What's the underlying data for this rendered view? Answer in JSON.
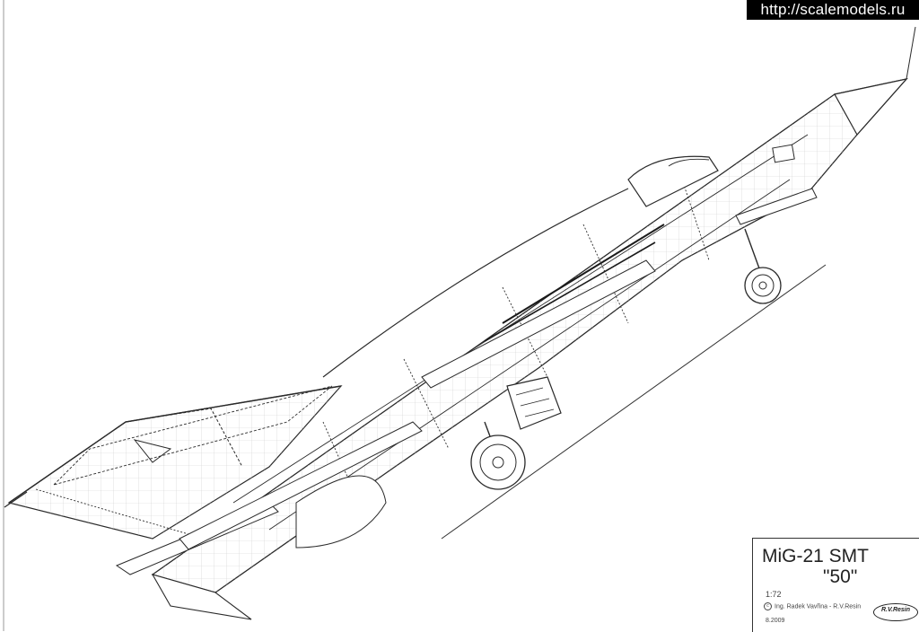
{
  "watermark": {
    "url": "http://scalemodels.ru"
  },
  "title_block": {
    "model": "MiG-21 SMT",
    "number": "\"50\"",
    "scale": "1:72",
    "copyright_icon": "copyright-icon",
    "author": "Ing. Radek Vavřina - R.V.Resin",
    "date": "8.2009",
    "logo_text": "R.V.Resin"
  },
  "drawing": {
    "subject": "aircraft-side-view-line-drawing",
    "line_color": "#2a2a2a",
    "grid_color": "#c9c9c9"
  }
}
